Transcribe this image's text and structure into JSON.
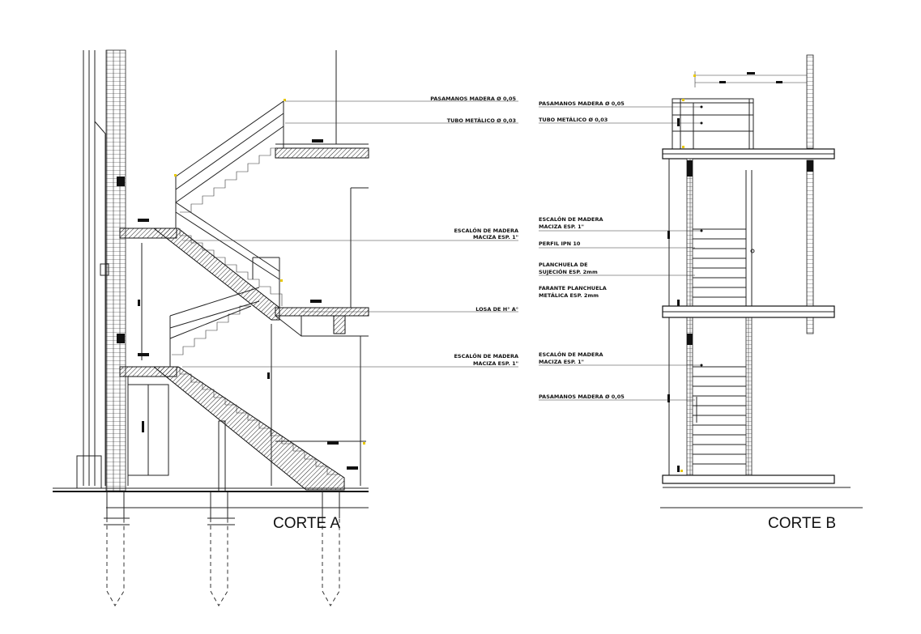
{
  "corte_a": {
    "title": "CORTE A",
    "labels": {
      "pasamanos": "PASAMANOS MADERA Ø 0,05",
      "tubo": "TUBO METÁLICO Ø 0,03",
      "escalon_upper_1": "ESCALÓN DE MADERA",
      "escalon_upper_2": "MACIZA ESP. 1\"",
      "losa": "LOSA DE H° A°",
      "escalon_lower_1": "ESCALÓN DE MADERA",
      "escalon_lower_2": "MACIZA ESP. 1\""
    }
  },
  "corte_b": {
    "title": "CORTE B",
    "labels": {
      "pasamanos": "PASAMANOS MADERA Ø 0,05",
      "tubo": "TUBO METÁLICO Ø 0,03",
      "escalon_1": "ESCALÓN DE MADERA",
      "escalon_2": "MACIZA ESP. 1\"",
      "perfil": "PERFIL IPN 10",
      "planchuela_1": "PLANCHUELA DE",
      "planchuela_2": "SUJECIÓN ESP. 2mm",
      "farante_1": "FARANTE PLANCHUELA",
      "farante_2": "METÁLICA ESP. 2mm",
      "escalon_low_1": "ESCALÓN DE MADERA",
      "escalon_low_2": "MACIZA ESP. 1\"",
      "pasamanos_low": "PASAMANOS MADERA Ø 0,05"
    }
  }
}
